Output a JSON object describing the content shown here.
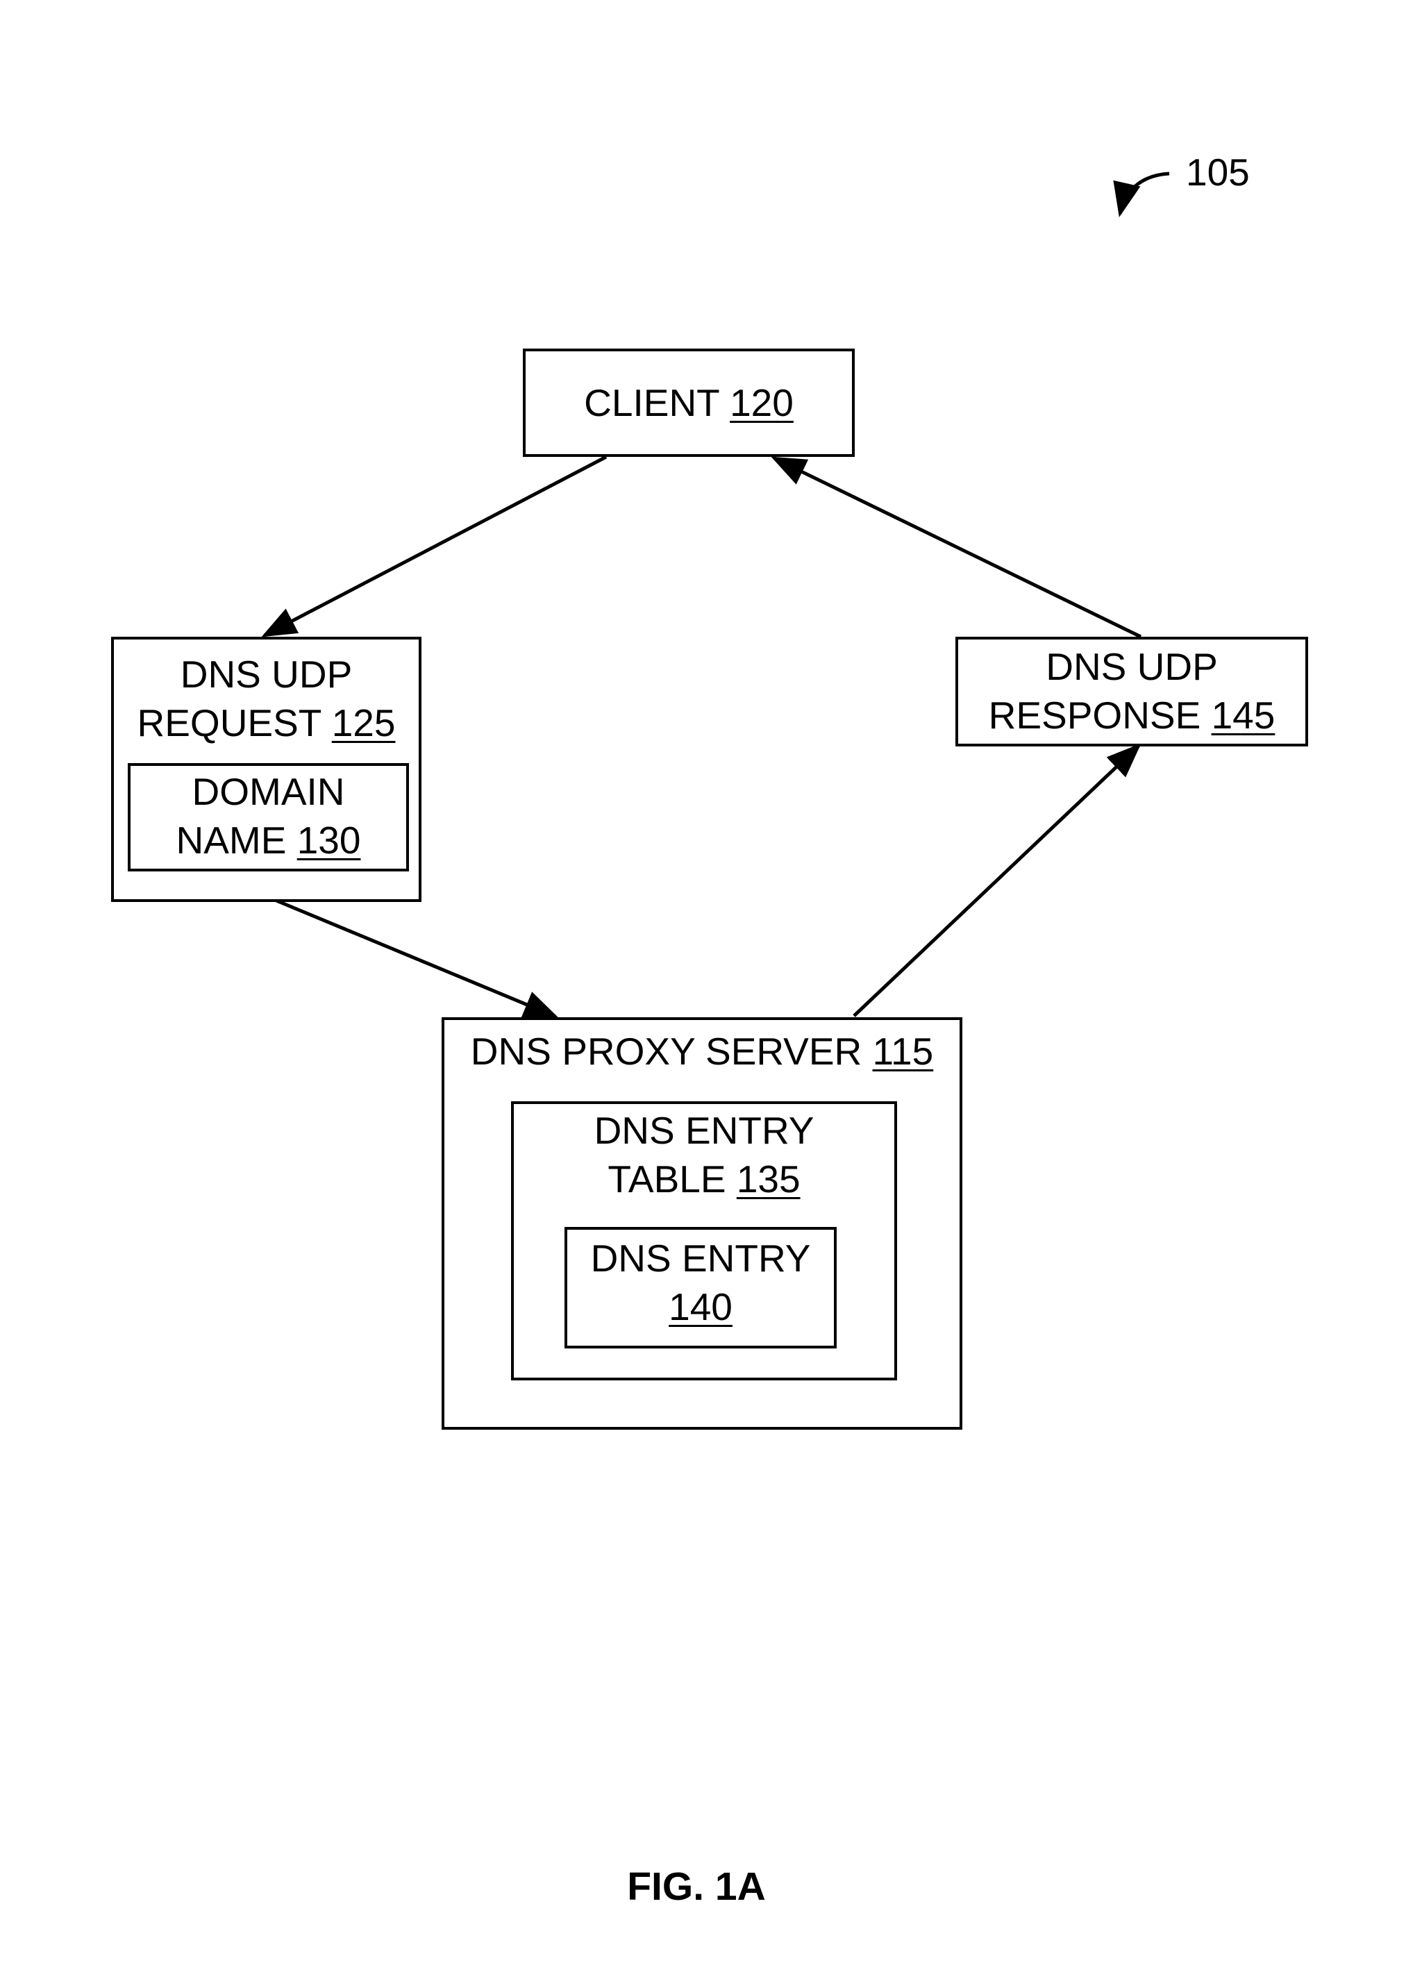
{
  "figure": {
    "caption": "FIG. 1A",
    "reference": "105"
  },
  "nodes": {
    "client": {
      "text": "CLIENT",
      "ref": "120"
    },
    "request": {
      "line1": "DNS UDP",
      "line2": "REQUEST",
      "ref": "125"
    },
    "domain_name": {
      "line1": "DOMAIN",
      "line2": "NAME",
      "ref": "130"
    },
    "response": {
      "line1": "DNS UDP",
      "line2": "RESPONSE",
      "ref": "145"
    },
    "proxy_server": {
      "text": "DNS PROXY SERVER",
      "ref": "115"
    },
    "entry_table": {
      "line1": "DNS ENTRY",
      "line2": "TABLE",
      "ref": "135"
    },
    "entry": {
      "line1": "DNS ENTRY",
      "ref": "140"
    }
  },
  "edges": [
    {
      "from": "client",
      "to": "request"
    },
    {
      "from": "request",
      "to": "proxy_server"
    },
    {
      "from": "proxy_server",
      "to": "response"
    },
    {
      "from": "response",
      "to": "client"
    }
  ]
}
